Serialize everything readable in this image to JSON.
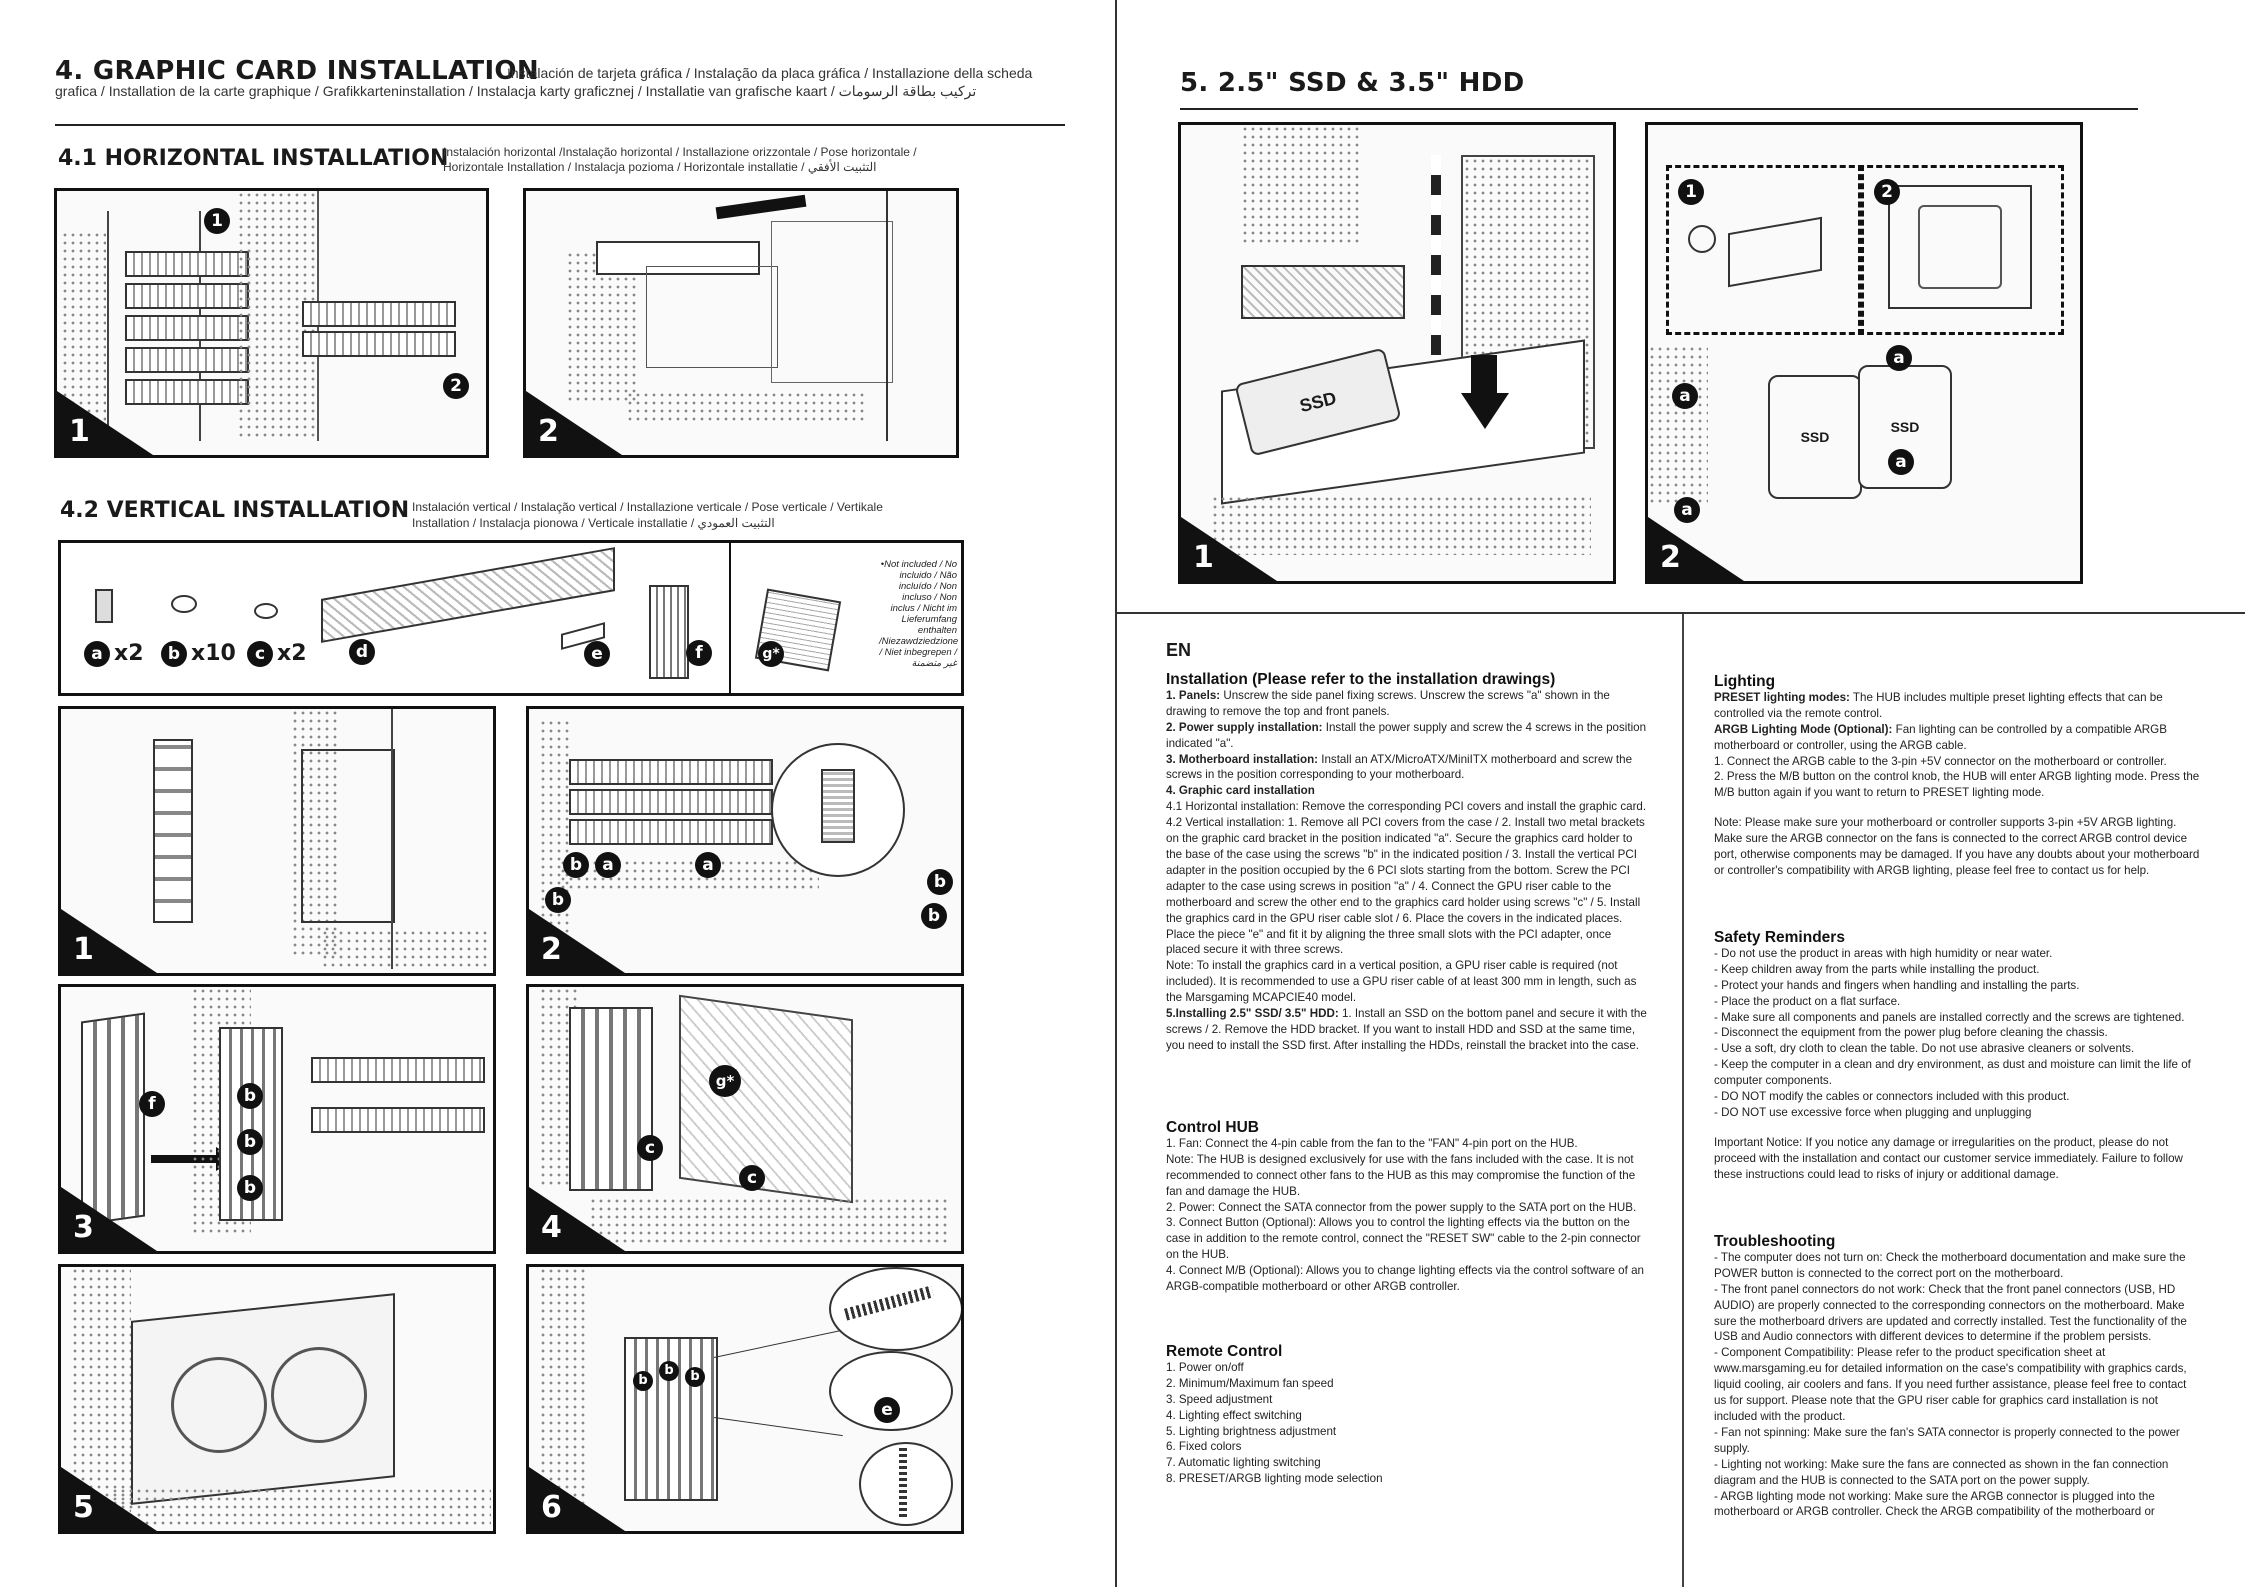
{
  "left": {
    "section4": {
      "title": "4. GRAPHIC CARD INSTALLATION",
      "subtitle_line1": "Instalación de tarjeta gráfica / Instalação da placa gráfica / Installazione della scheda",
      "subtitle_line2": "grafica / Installation de la carte graphique / Grafikkarteninstallation / Instalacja karty graficznej / Installatie van grafische kaart / تركيب بطاقة الرسومات"
    },
    "section41": {
      "title": "4.1 HORIZONTAL INSTALLATION",
      "subtitle_line1": "Instalación horizontal /Instalação horizontal / Installazione orizzontale / Pose horizontale /",
      "subtitle_line2": "Horizontale Installation / Instalacja pozioma / Horizontale installatie / التثبيت الأفقي"
    },
    "section42": {
      "title": "4.2 VERTICAL INSTALLATION",
      "subtitle_line1": "Instalación vertical / Instalação vertical / Installazione verticale / Pose verticale / Vertikale",
      "subtitle_line2": "Installation / Instalacja pionowa / Verticale installatie / التثبيت العمودي"
    },
    "parts": {
      "a": "a",
      "a_qty": "x2",
      "b": "b",
      "b_qty": "x10",
      "c": "c",
      "c_qty": "x2",
      "d": "d",
      "e": "e",
      "f": "f",
      "g": "g*",
      "note": "•Not included / No incluido / Não incluído / Non incluso / Non inclus / Nicht im Lieferumfang enthalten /Niezawdziedzione / Niet inbegrepen / غير متضمنة"
    },
    "steps": [
      "1",
      "2",
      "3",
      "4",
      "5",
      "6"
    ],
    "markers": [
      "1",
      "2",
      "a",
      "b",
      "c",
      "e",
      "f",
      "g*"
    ]
  },
  "right": {
    "section5": {
      "title": "5. 2.5\" SSD & 3.5\" HDD",
      "ssd_label": "SSD"
    },
    "lang": "EN",
    "installation": {
      "title": "Installation (Please refer to the installation drawings)",
      "items": [
        {
          "b": "1. Panels:",
          "t": " Unscrew the side panel fixing screws. Unscrew the screws \"a\" shown in the drawing to remove the top and front panels."
        },
        {
          "b": "2. Power supply installation:",
          "t": " Install the power supply and screw the 4 screws in the position indicated \"a\"."
        },
        {
          "b": "3. Motherboard installation:",
          "t": " Install an ATX/MicroATX/MiniITX motherboard and screw the screws in the position corresponding to your motherboard."
        },
        {
          "b": "4. Graphic card installation",
          "t": ""
        },
        {
          "b": "",
          "t": "4.1 Horizontal installation: Remove the corresponding PCI covers and install the graphic card."
        },
        {
          "b": "",
          "t": "4.2 Vertical installation: 1. Remove all PCI covers from the case / 2. Install two metal brackets on the graphic card bracket in the position indicated \"a\". Secure the graphics card holder to the base of the case using the screws \"b\" in the indicated position / 3. Install the vertical PCI adapter in the position occupied by the 6 PCI slots starting from the bottom. Screw the PCI adapter to the case using screws in position \"a\" / 4. Connect the GPU riser cable to the motherboard and screw the other end to the graphics card holder using screws \"c\" / 5. Install the graphics card in the GPU riser cable slot / 6. Place the covers in the indicated places. Place the piece \"e\" and fit it by aligning the three small slots with the PCI adapter, once placed secure it with three screws."
        },
        {
          "b": "",
          "t": "Note: To install the graphics card in a vertical position, a GPU riser cable is required (not included). It is recommended to use a GPU riser cable of at least 300 mm in length, such as the Marsgaming MCAPCIE40 model."
        },
        {
          "b": "5.Installing 2.5\" SSD/ 3.5\" HDD:",
          "t": " 1. Install an SSD on the bottom panel and secure it with the screws / 2. Remove the HDD bracket. If you want to install HDD and SSD at the same time, you need to install the SSD first. After installing the HDDs, reinstall the bracket into the case."
        }
      ]
    },
    "control_hub": {
      "title": "Control HUB",
      "items": [
        "1. Fan: Connect the 4-pin cable from the fan to the \"FAN\" 4-pin port on the HUB.",
        "Note: The HUB is designed exclusively for use with the fans included with the case. It is not recommended to connect other fans to the HUB as this may compromise the function of the fan and damage the HUB.",
        "2. Power: Connect the SATA connector from the power supply to the SATA port on the HUB.",
        "3. Connect Button (Optional): Allows you to control the lighting effects via the button on the case in addition to the remote control, connect the \"RESET SW\" cable to the 2-pin connector on the HUB.",
        "4. Connect M/B (Optional): Allows you to change lighting effects via the control software of an ARGB-compatible motherboard or other ARGB controller."
      ]
    },
    "remote_control": {
      "title": "Remote Control",
      "items": [
        "1. Power on/off",
        "2. Minimum/Maximum fan speed",
        "3. Speed adjustment",
        "4. Lighting effect switching",
        "5. Lighting brightness adjustment",
        "6. Fixed colors",
        "7. Automatic lighting switching",
        "8. PRESET/ARGB lighting mode selection"
      ]
    },
    "lighting": {
      "title": "Lighting",
      "items": [
        {
          "b": "PRESET lighting modes:",
          "t": " The HUB includes multiple preset lighting effects that can be controlled via the remote control."
        },
        {
          "b": "ARGB Lighting Mode (Optional):",
          "t": " Fan lighting can be controlled by a compatible ARGB motherboard or controller, using the ARGB cable."
        },
        {
          "b": "",
          "t": "1. Connect the ARGB cable to the 3-pin +5V connector on the motherboard or controller."
        },
        {
          "b": "",
          "t": "2. Press the M/B button on the control knob, the HUB will enter ARGB lighting mode. Press the M/B button again if you want to return to PRESET lighting mode."
        }
      ],
      "note": "Note: Please make sure your motherboard or controller supports 3-pin +5V ARGB lighting. Make sure the ARGB connector on the fans is connected to the correct ARGB control device port, otherwise components may be damaged. If you have any doubts about your motherboard or controller's compatibility with ARGB lighting, please feel free to contact us for help."
    },
    "safety": {
      "title": "Safety Reminders",
      "items": [
        "- Do not use the product in areas with high humidity or near water.",
        "- Keep children away from the parts while installing the product.",
        "- Protect your hands and fingers when handling and installing the parts.",
        "- Place the product on a flat surface.",
        "- Make sure all components and panels are installed correctly and the screws are tightened.",
        "- Disconnect the equipment from the power plug before cleaning the chassis.",
        "- Use a soft, dry cloth to clean the table. Do not use abrasive cleaners or solvents.",
        "- Keep the computer in a clean and dry environment, as dust and moisture can limit the life of computer components.",
        "- DO NOT modify the cables or connectors included with this product.",
        "- DO NOT use excessive force when plugging and unplugging"
      ],
      "notice": "Important Notice: If you notice any damage or irregularities on the product, please do not proceed with the installation and contact our customer service immediately. Failure to follow these instructions could lead to risks of injury or additional damage."
    },
    "troubleshooting": {
      "title": "Troubleshooting",
      "items": [
        "- The computer does not turn on: Check the motherboard documentation and make sure the POWER button is connected to the correct port on the motherboard.",
        "- The front panel connectors do not work: Check that the front panel connectors (USB, HD AUDIO) are properly connected to the corresponding connectors on the motherboard. Make sure the motherboard drivers are updated and correctly installed. Test the functionality of the USB and Audio connectors with different devices to determine if the problem persists.",
        "- Component Compatibility: Please refer to the product specification sheet at www.marsgaming.eu for detailed information on the case's compatibility with graphics cards, liquid cooling, air coolers and fans. If you need further assistance, please feel free to contact us for support. Please note that the GPU riser cable for graphics card installation is not included with the product.",
        "- Fan not spinning: Make sure the fan's SATA connector is properly connected to the power supply.",
        "- Lighting not working: Make sure the fans are connected as shown in the fan connection diagram and the HUB is connected to the SATA port on the power supply.",
        "- ARGB lighting mode not working: Make sure the ARGB connector is plugged into the motherboard or ARGB controller. Check the ARGB compatibility of the motherboard or"
      ]
    }
  }
}
